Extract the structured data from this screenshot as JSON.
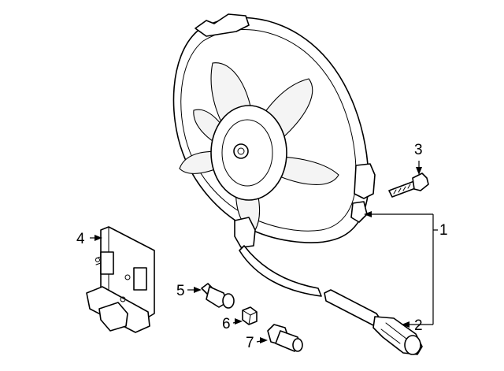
{
  "callouts": [
    {
      "number": "1",
      "part": "fan-assembly"
    },
    {
      "number": "2",
      "part": "fan-motor-connector"
    },
    {
      "number": "3",
      "part": "mounting-bolt"
    },
    {
      "number": "4",
      "part": "resistor-control-module"
    },
    {
      "number": "5",
      "part": "temperature-sensor"
    },
    {
      "number": "6",
      "part": "sensor-clip"
    },
    {
      "number": "7",
      "part": "sensor-plug"
    }
  ],
  "colors": {
    "line": "#000000",
    "background": "#ffffff",
    "shade": "#f4f4f4"
  }
}
